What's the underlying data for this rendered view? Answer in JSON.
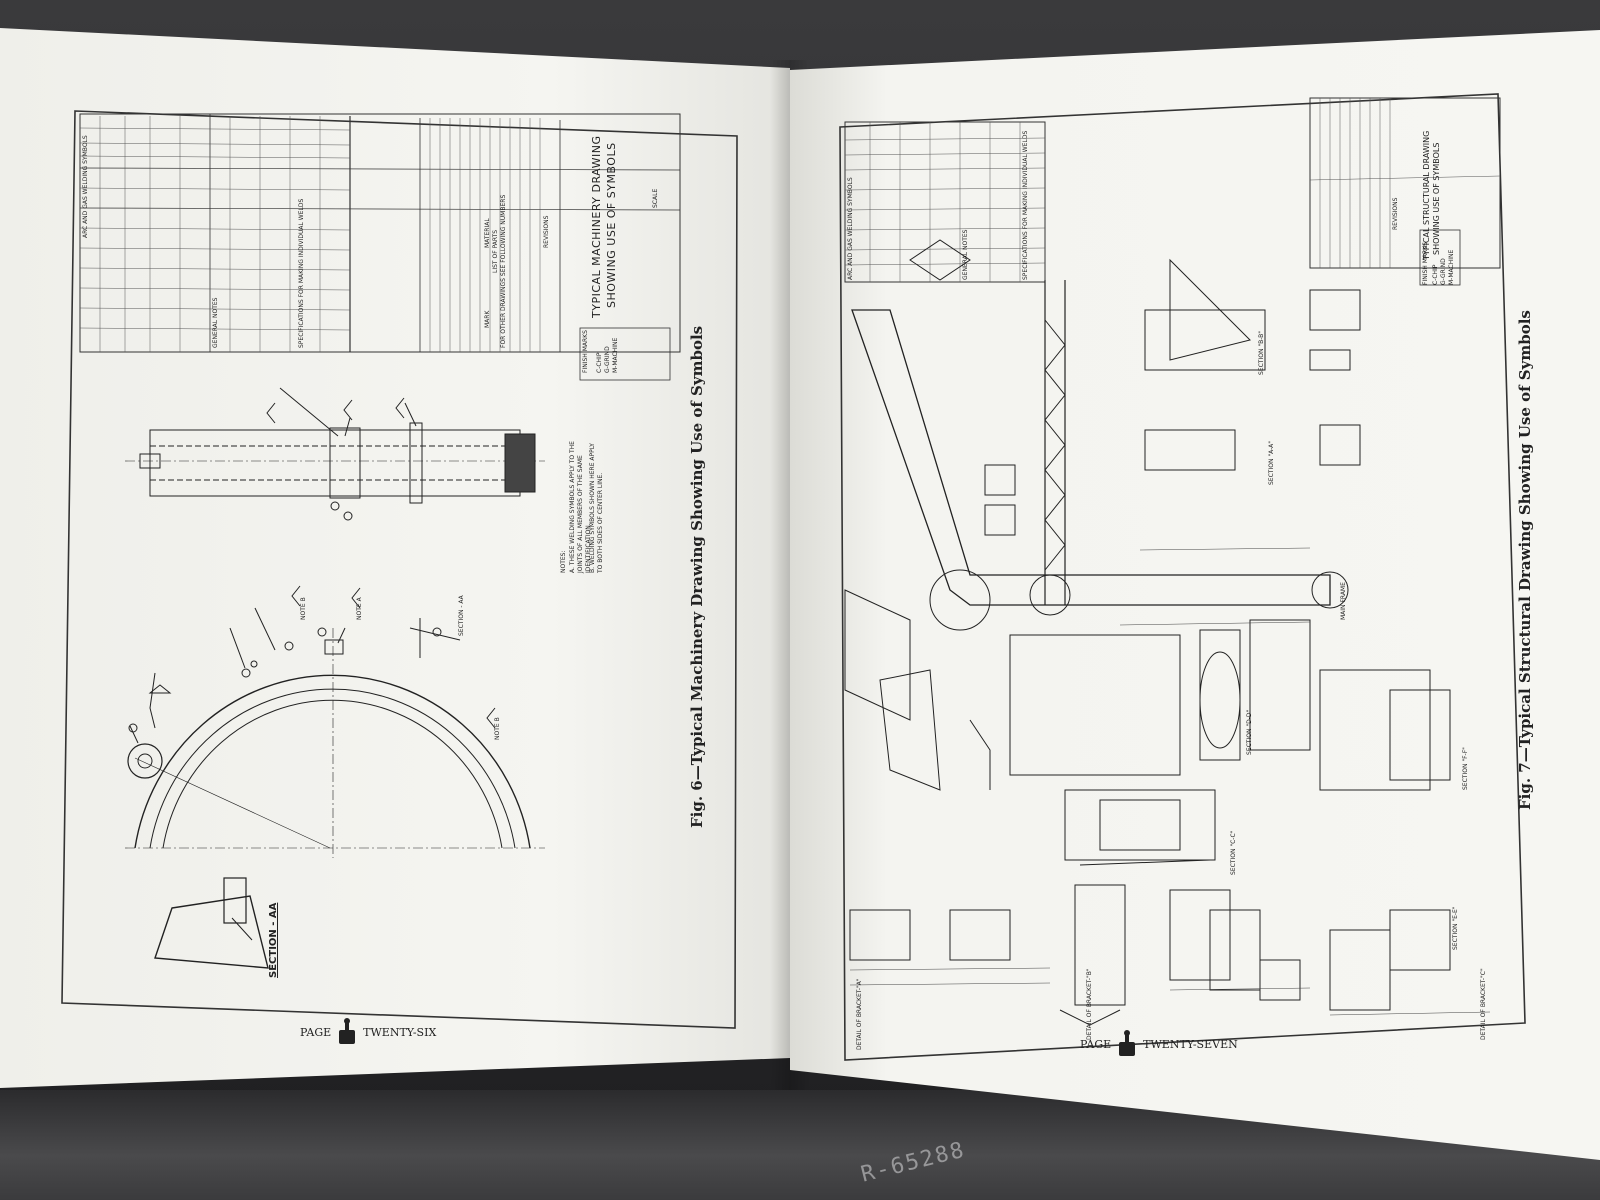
{
  "left_page": {
    "figure_caption": "Fig. 6—Typical Machinery Drawing Showing Use of Symbols",
    "title_block": {
      "title_line1": "TYPICAL MACHINERY DRAWING",
      "title_line2": "SHOWING USE OF SYMBOLS",
      "scale_label": "SCALE",
      "revisions_label": "REVISIONS",
      "finish_marks_label": "FINISH MARKS",
      "finish_marks_items": [
        "C-CHIP",
        "G-GRIND",
        "M-MACHINE"
      ],
      "symbols_header": "ARC AND GAS WELDING SYMBOLS",
      "specs_header": "SPECIFICATIONS FOR MAKING INDIVIDUAL WELDS",
      "general_notes_header": "GENERAL NOTES",
      "parts_list_label": "LIST OF PARTS",
      "mark_label": "MARK",
      "material_label": "MATERIAL",
      "related_drawings_label": "FOR OTHER DRAWINGS SEE FOLLOWING NUMBERS"
    },
    "notes": {
      "heading": "NOTES:",
      "a": "A. THESE WELDING SYMBOLS APPLY TO THE JOINTS OF ALL MEMBERS OF THE SAME IDENTIFICATION.",
      "b": "B. WELDING SYMBOLS SHOWN HERE APPLY TO BOTH SIDES OF CENTER LINE."
    },
    "section_label": "SECTION - AA",
    "section_arrow_label": "SECTION - AA",
    "note_callouts": [
      "NOTE B",
      "NOTE A",
      "NOTE B"
    ],
    "footer": {
      "page_word": "PAGE",
      "page_number": "TWENTY-SIX"
    }
  },
  "right_page": {
    "figure_caption": "Fig. 7—Typical Structural Drawing Showing Use of Symbols",
    "title_block": {
      "title_line1": "TYPICAL STRUCTURAL DRAWING",
      "title_line2": "SHOWING USE OF SYMBOLS",
      "revisions_label": "REVISIONS",
      "finish_marks_label": "FINISH MARKS",
      "finish_marks_items": [
        "C-CHIP",
        "G-GRIND",
        "M-MACHINE"
      ],
      "symbols_header": "ARC AND GAS WELDING SYMBOLS",
      "specs_header": "SPECIFICATIONS FOR MAKING INDIVIDUAL WELDS",
      "general_notes_header": "GENERAL NOTES"
    },
    "section_labels": [
      "SECTION \"A-A\"",
      "SECTION \"B-B\"",
      "SECTION \"C-C\"",
      "SECTION \"D-D\"",
      "SECTION \"E-E\"",
      "SECTION \"F-F\""
    ],
    "bracket_labels": [
      "DETAIL OF BRACKET-\"A\"",
      "DETAIL OF BRACKET-\"B\"",
      "DETAIL OF BRACKET-\"C\""
    ],
    "main_frame_label": "MAIN FRAME",
    "footer": {
      "page_word": "PAGE",
      "page_number": "TWENTY-SEVEN"
    }
  },
  "fabric_print": "R-65288"
}
